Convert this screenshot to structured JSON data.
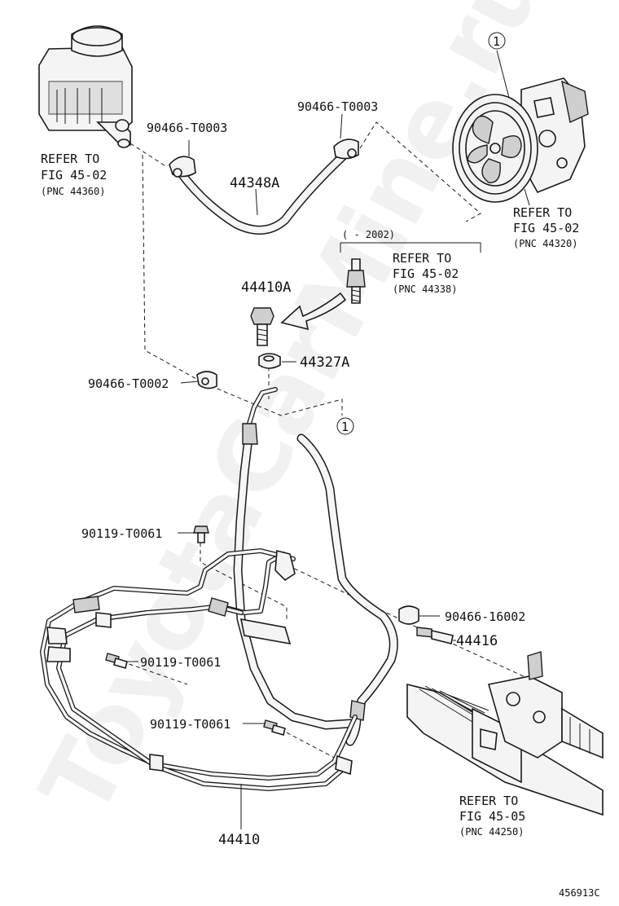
{
  "watermark": "ToyotaCarMine.ru",
  "labels": {
    "clamp_hose_top_left": "90466-T0003",
    "clamp_hose_top_right": "90466-T0003",
    "hose_suction": "44348A",
    "refer_reservoir_1": "REFER TO",
    "refer_reservoir_2": "FIG 45-02",
    "refer_reservoir_3": "(PNC 44360)",
    "refer_pump_1": "REFER TO",
    "refer_pump_2": "FIG 45-02",
    "refer_pump_3": "(PNC 44320)",
    "date_range": "(    - 2002)",
    "refer_switch_1": "REFER TO",
    "refer_switch_2": "FIG 45-02",
    "refer_switch_3": "(PNC 44338)",
    "union_bolt": "44410A",
    "gasket": "44327A",
    "clamp_return": "90466-T0002",
    "bolt_upper": "90119-T0061",
    "clamp_rack": "90466-16002",
    "union_rack": "44416",
    "bolt_middle": "90119-T0061",
    "bolt_lower": "90119-T0061",
    "refer_gear_1": "REFER TO",
    "refer_gear_2": "FIG 45-05",
    "refer_gear_3": "(PNC 44250)",
    "pressure_tube": "44410",
    "callout_top": "1",
    "callout_middle": "1",
    "illustration_number": "456913C"
  }
}
